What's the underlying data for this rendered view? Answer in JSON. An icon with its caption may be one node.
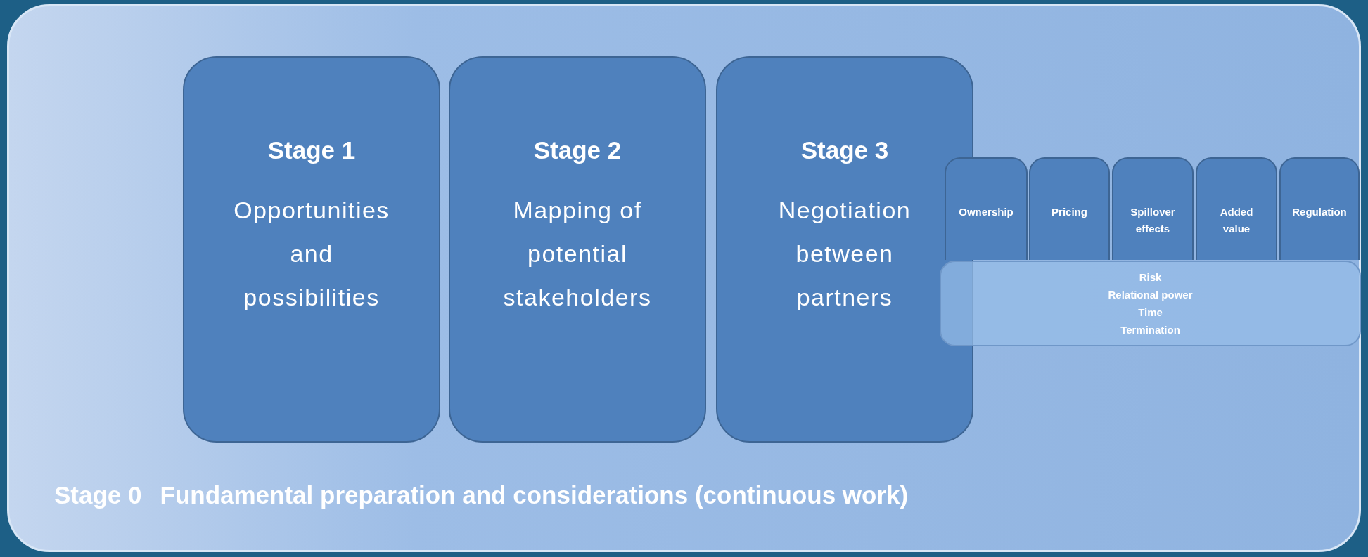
{
  "diagram": {
    "nodes": [
      {
        "text": [
          "Stage 0",
          "Fundamental preparation and considerations (continuous work)"
        ]
      },
      {
        "text": [
          "Stage 1",
          "Opportunities and possibilities"
        ],
        "in": 0
      },
      {
        "text": [
          "Stage 2",
          "Mapping of potential stakeholders"
        ],
        "in": 0
      },
      {
        "text": [
          "Stage 3",
          "Negotiation between partners"
        ],
        "in": 0
      },
      {
        "text": [
          "Ownership"
        ],
        "in": 0
      },
      {
        "text": [
          "Pricing"
        ],
        "in": 0
      },
      {
        "text": [
          "Spillover effects"
        ],
        "in": 0
      },
      {
        "text": [
          "Added value"
        ],
        "in": 0
      },
      {
        "text": [
          "Regulation"
        ],
        "in": 0
      },
      {
        "text": [
          "Risk",
          "Relational power",
          "Time",
          "Termination"
        ],
        "in": 0
      }
    ]
  }
}
